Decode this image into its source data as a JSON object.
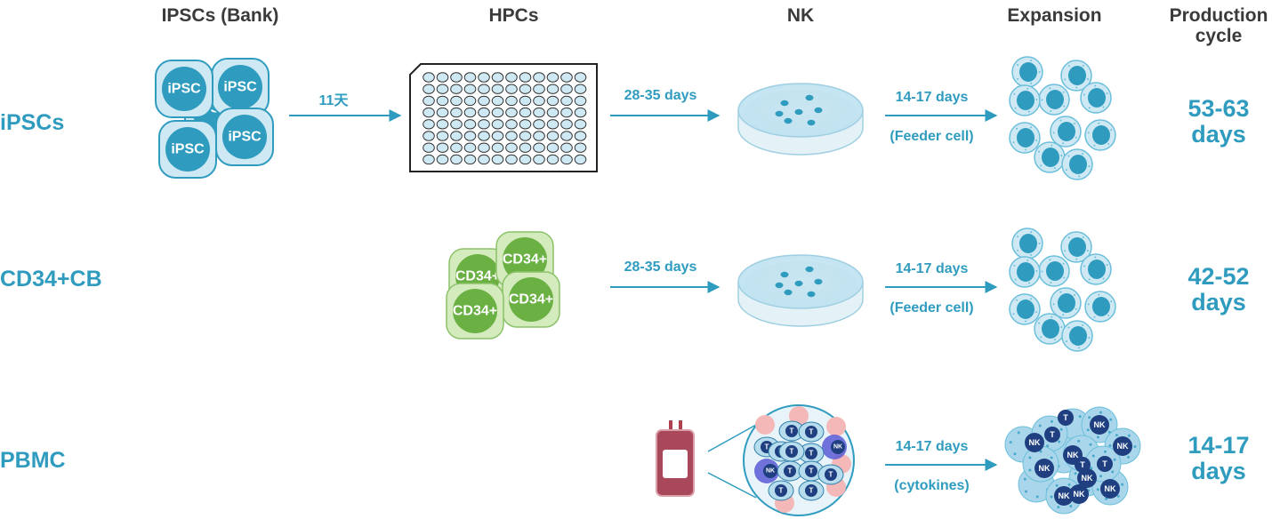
{
  "headers": {
    "ipscs_bank": "IPSCs (Bank)",
    "hpcs": "HPCs",
    "nk": "NK",
    "expansion": "Expansion",
    "production_cycle_line1": "Production",
    "production_cycle_line2": "cycle"
  },
  "rows": {
    "ipscs": {
      "label": "iPSCs",
      "cell_label": "iPSC",
      "arrow1": "11天",
      "arrow2": "28-35 days",
      "arrow3": "14-17 days",
      "arrow3_note": "(Feeder cell)",
      "cycle_line1": "53-63",
      "cycle_line2": "days"
    },
    "cd34": {
      "label": "CD34+CB",
      "cell_label": "CD34+",
      "arrow2": "28-35 days",
      "arrow3": "14-17 days",
      "arrow3_note": "(Feeder cell)",
      "cycle_line1": "42-52",
      "cycle_line2": "days"
    },
    "pbmc": {
      "label": "PBMC",
      "t_label": "T",
      "nk_label": "NK",
      "arrow3": "14-17 days",
      "arrow3_note": "(cytokines)",
      "cycle_line1": "14-17",
      "cycle_line2": "days"
    }
  },
  "colors": {
    "accent": "#2f9cbf",
    "cell_fill": "#cfe9f4",
    "nucleus": "#2f9cbf",
    "green_outer": "#d4ebbd",
    "green_nucleus": "#6ab043",
    "dark_nucleus": "#1f3f80",
    "header_text": "#3a3a3a"
  }
}
